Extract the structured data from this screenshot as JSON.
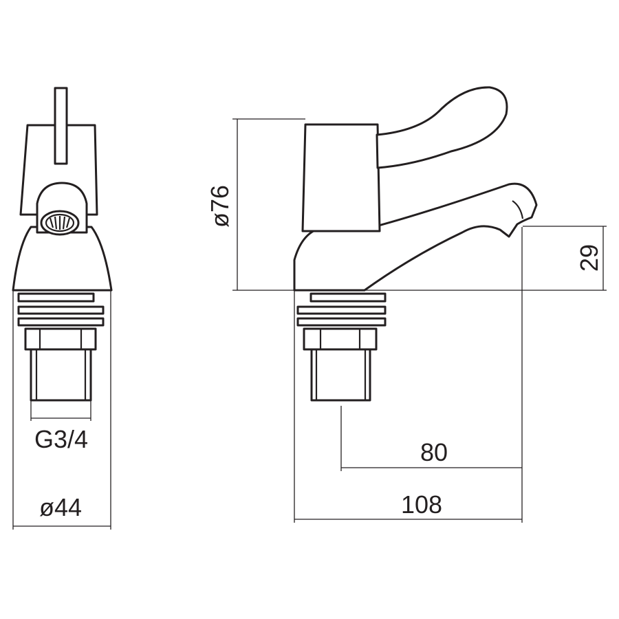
{
  "dimensions": {
    "body_diameter": "ø76",
    "spout_height": "29",
    "thread": "G3/4",
    "base_diameter": "ø44",
    "spout_reach": "80",
    "overall_length": "108"
  },
  "colors": {
    "line": "#231f20",
    "background": "#ffffff"
  }
}
